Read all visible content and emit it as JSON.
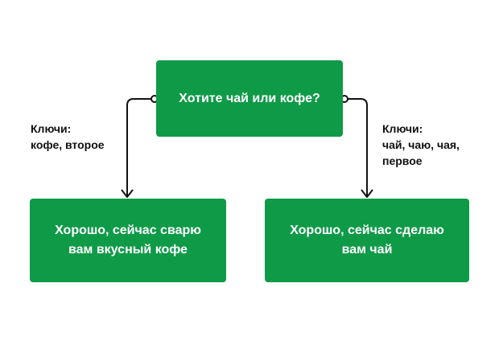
{
  "question": {
    "text": "Хотите  чай или кофе?"
  },
  "answers": {
    "left": "Хорошо, сейчас сварю\nвам вкусный кофе",
    "right": "Хорошо, сейчас сделаю\nвам чай"
  },
  "keys": {
    "left": {
      "title": "Ключи:",
      "values": "кофе, второе"
    },
    "right": {
      "title": "Ключи:",
      "values_line1": "чай, чаю, чая,",
      "values_line2": "первое"
    }
  },
  "colors": {
    "node_fill": "#0f9a48",
    "node_text": "#ffffff",
    "connector": "#111111"
  }
}
